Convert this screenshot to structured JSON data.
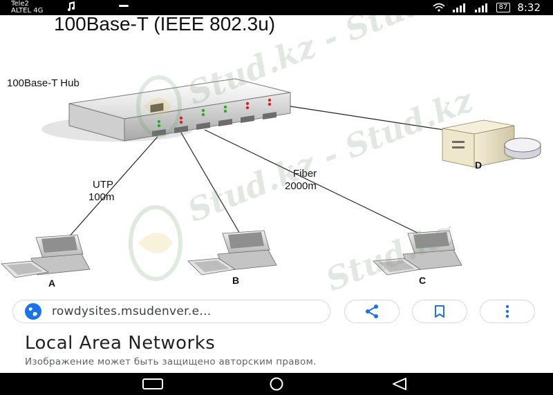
{
  "status_bar": {
    "carrier_line1": "Tele2",
    "carrier_line2": "ALTEL 4G",
    "battery": "87",
    "time": "8:32"
  },
  "image": {
    "title": "100Base-T (IEEE 802.3u)",
    "hub_label": "100Base-T Hub",
    "utp_label_1": "UTP",
    "utp_label_2": "100m",
    "fiber_label_1": "Fiber",
    "fiber_label_2": "2000m",
    "nodes": [
      "A",
      "B",
      "C",
      "D"
    ],
    "watermark": "Stud.kz - Stud.kz"
  },
  "result": {
    "url": "rowdysites.msudenver.e...",
    "title": "Local Area Networks",
    "copyright": "Изображение может быть защищено авторским правом."
  },
  "colors": {
    "link_icon": "#1a73e8",
    "accent": "#1a73e8"
  },
  "icons": {
    "url": "globe-icon",
    "share": "share-icon",
    "bookmark": "bookmark-icon",
    "more": "more-vert-icon"
  }
}
